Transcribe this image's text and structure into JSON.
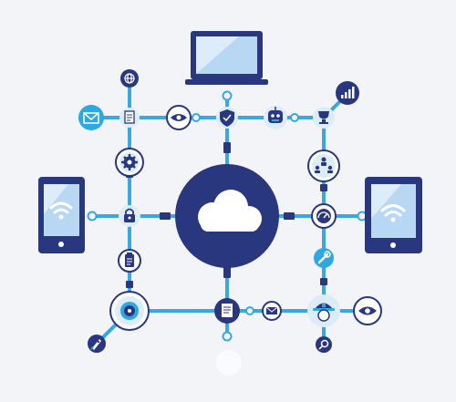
{
  "colors": {
    "background": "#f2f4f7",
    "navy": "#29377f",
    "line": "#3aa8e0",
    "light_blue": "#dcecf8",
    "screen_blue": "#3b82cf",
    "white": "#ffffff",
    "accent_cyan": "#2fa7e0"
  },
  "devices": {
    "laptop": {
      "icon": "laptop-icon"
    },
    "phone_left": {
      "icon": "smartphone-icon"
    },
    "tablet_right": {
      "icon": "tablet-icon"
    }
  },
  "hub": {
    "icon": "cloud-icon"
  },
  "nodes": [
    {
      "name": "globe-node",
      "icon": "globe-icon"
    },
    {
      "name": "mail-node",
      "icon": "mail-icon"
    },
    {
      "name": "document-node-top",
      "icon": "document-icon"
    },
    {
      "name": "eye-node-top",
      "icon": "eye-icon"
    },
    {
      "name": "shield-node",
      "icon": "shield-check-icon"
    },
    {
      "name": "robot-node",
      "icon": "robot-icon"
    },
    {
      "name": "trophy-node",
      "icon": "trophy-icon"
    },
    {
      "name": "chart-node",
      "icon": "bar-chart-icon"
    },
    {
      "name": "gear-node",
      "icon": "gear-icon"
    },
    {
      "name": "network-node",
      "icon": "network-icon"
    },
    {
      "name": "lock-node",
      "icon": "lock-icon"
    },
    {
      "name": "speedometer-node",
      "icon": "speedometer-icon"
    },
    {
      "name": "clipboard-node",
      "icon": "clipboard-icon"
    },
    {
      "name": "wrench-node",
      "icon": "wrench-icon"
    },
    {
      "name": "chip-node",
      "icon": "chip-icon"
    },
    {
      "name": "document-node-bottom",
      "icon": "document-icon"
    },
    {
      "name": "small-mail-node",
      "icon": "mail-icon"
    },
    {
      "name": "worker-node",
      "icon": "worker-icon"
    },
    {
      "name": "eye-node-right",
      "icon": "eye-icon"
    },
    {
      "name": "search-node",
      "icon": "search-icon"
    },
    {
      "name": "rocket-node",
      "icon": "rocket-icon"
    }
  ]
}
